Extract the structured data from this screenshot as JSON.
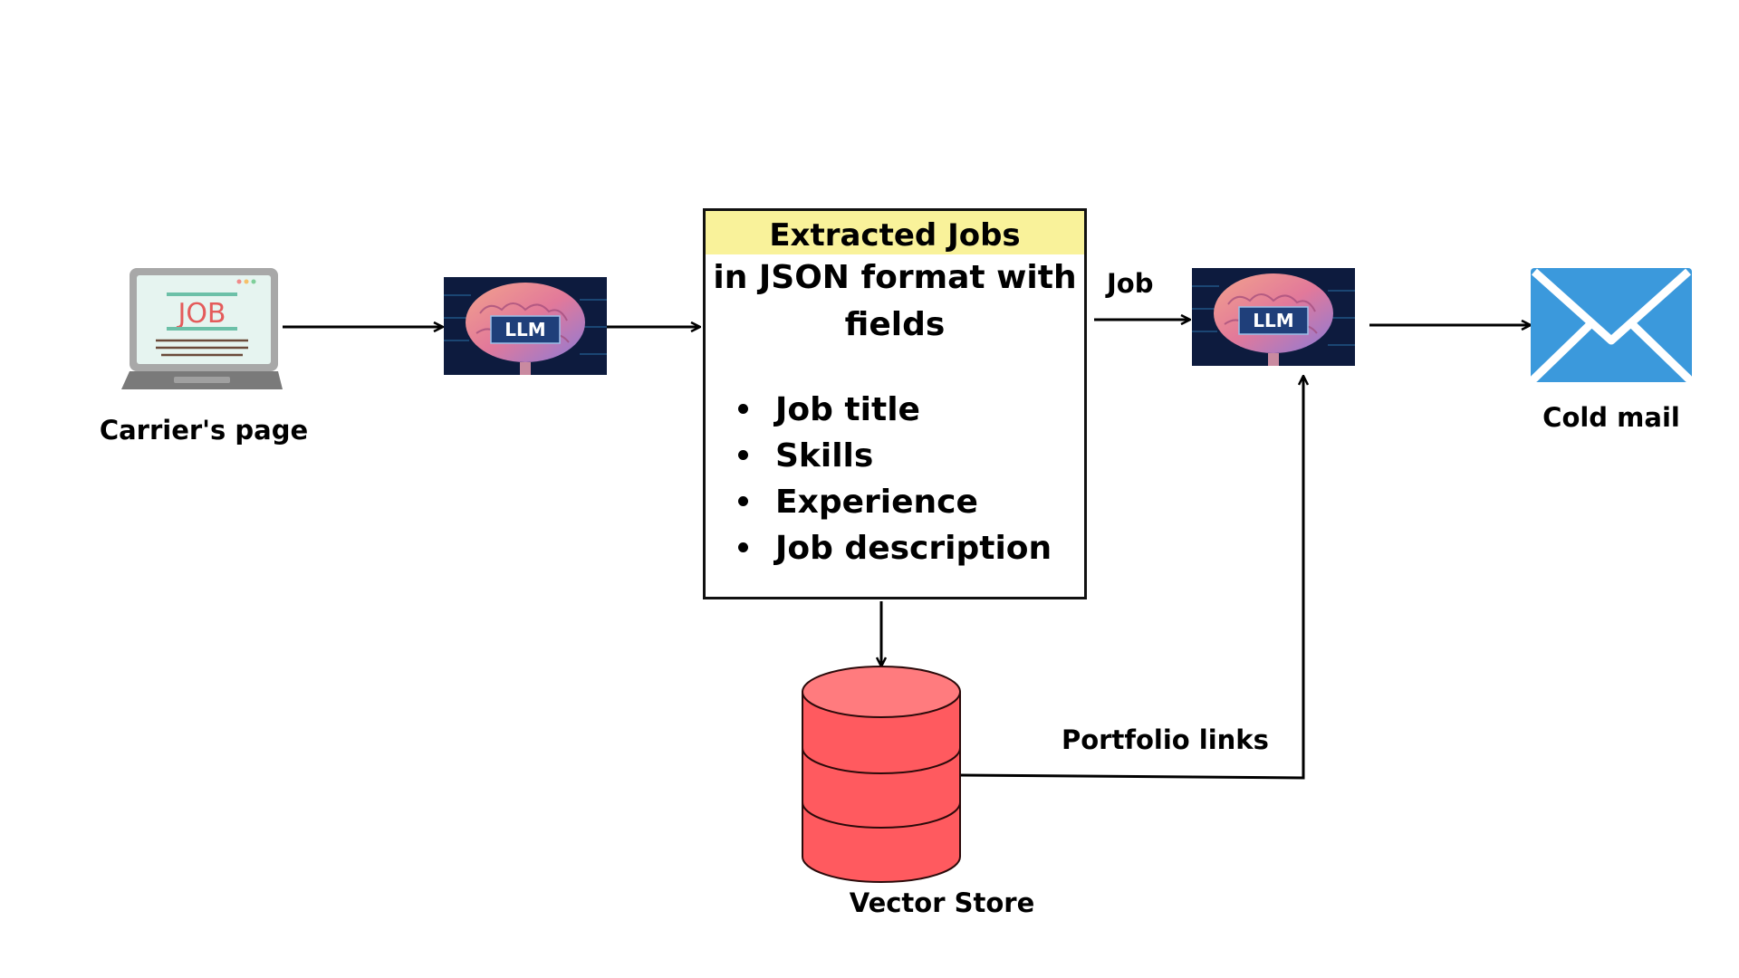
{
  "nodes": {
    "careers_page": {
      "label": "Carrier's page",
      "icon": "laptop-job-icon",
      "screen_text": "JOB"
    },
    "llm_extract": {
      "label": "LLM",
      "icon": "brain-llm-icon"
    },
    "extracted_jobs": {
      "header": "Extracted Jobs",
      "subtitle": "in JSON format with fields",
      "fields": [
        "Job title",
        "Skills",
        "Experience",
        "Job description"
      ],
      "header_color": "#f9f29a"
    },
    "vector_store": {
      "label": "Vector Store",
      "icon": "database-cylinder-icon",
      "color": "#ff5a5f"
    },
    "llm_generate": {
      "label": "LLM",
      "icon": "brain-llm-icon"
    },
    "cold_mail": {
      "label": "Cold mail",
      "icon": "envelope-icon",
      "color": "#3b99dc"
    }
  },
  "edges": {
    "job_label": "Job",
    "portfolio_label": "Portfolio links"
  }
}
